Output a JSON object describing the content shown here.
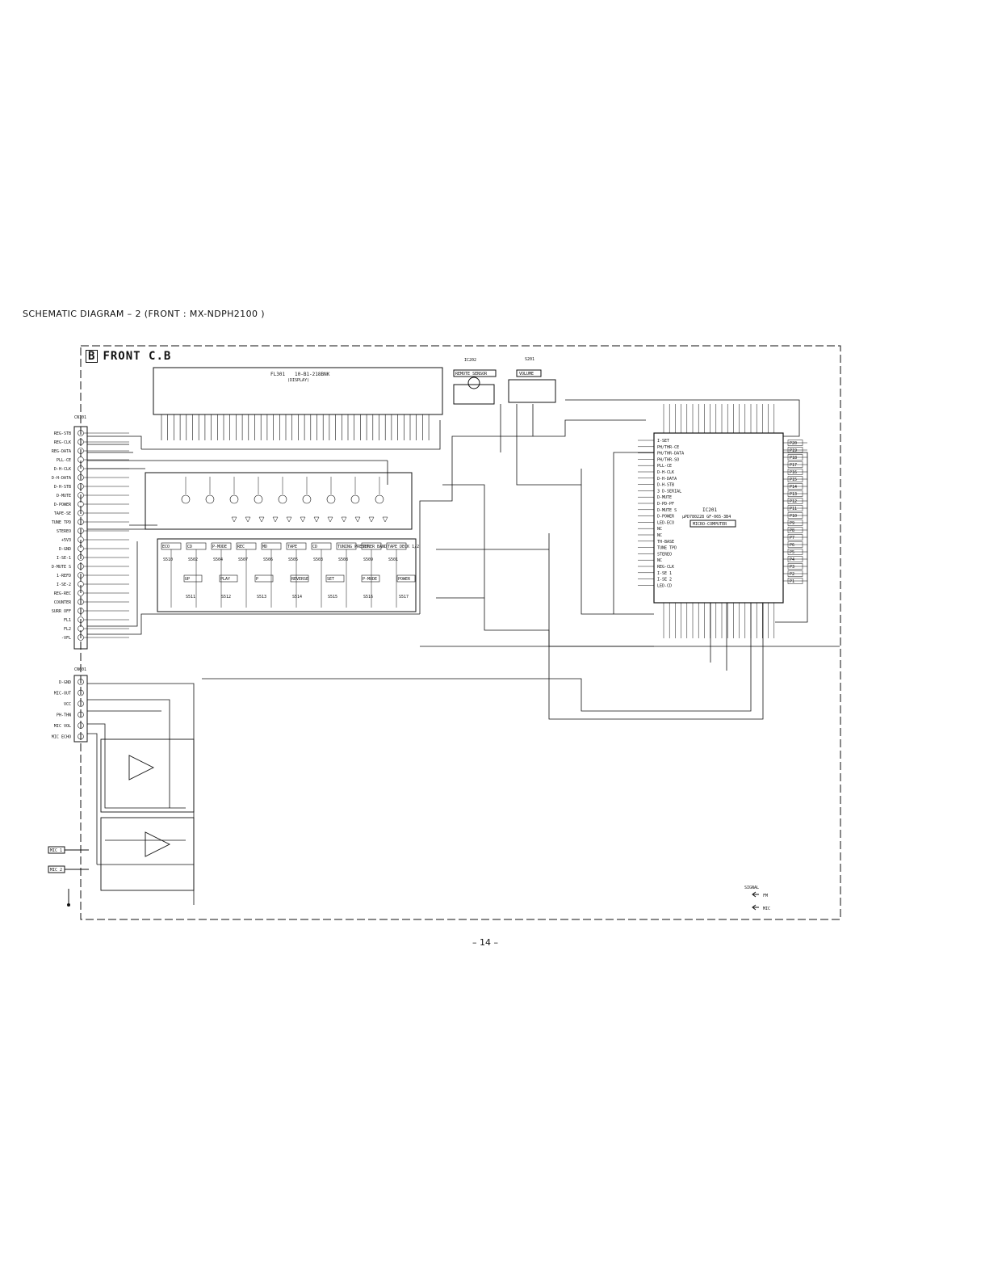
{
  "document": {
    "title": "SCHEMATIC DIAGRAM – 2 (FRONT : MX-NDPH2100 )",
    "page_number": "– 14 –"
  },
  "board": {
    "letter": "B",
    "name": "FRONT C.B"
  },
  "components": {
    "display": {
      "ref": "FL301",
      "part": "10-B1-218BNK",
      "role": "(DISPLAY)"
    },
    "remote_sensor": {
      "ref": "IC202",
      "role": "REMOTE SENSOR"
    },
    "volume": {
      "ref": "S201",
      "role": "VOLUME"
    },
    "micro_computer": {
      "ref": "IC201",
      "part": "μPD780228 GF-065-3B4",
      "role": "MICRO-COMPUTER"
    },
    "connectors": [
      "CN101",
      "CN601"
    ],
    "mic_jacks": [
      "MIC 1",
      "MIC 2"
    ]
  },
  "cn101_pins": [
    "REG-STB",
    "REG-CLK",
    "REG-DATA",
    "PLL-CE",
    "D-H-CLK",
    "D-H-DATA",
    "D-H-STB",
    "D-MUTE",
    "D-POWER",
    "TAPE-SE",
    "TUNE TPD",
    "STEREO",
    "+5V3",
    "D-GND",
    "I-SE-1",
    "D-MUTE S",
    "1-REFD",
    "I-SE-2",
    "REG-REC",
    "COUNTER",
    "SURR OFF",
    "FL1",
    "FL2",
    "-VFL"
  ],
  "cn601_pins": [
    "D-GND",
    "MIC-OUT",
    "VCC",
    "PH-THN",
    "MIC VOL",
    "MIC ECHO"
  ],
  "ic201_pins_left": [
    "I-SET",
    "PH/THR-CE",
    "PH/THR-DATA",
    "PH/THR-SO",
    "PLL-CE",
    "D-H-CLK",
    "D-H-DATA",
    "D-H-STB",
    "3 D-SERIAL",
    "D-MUTE",
    "D-PD-PF",
    "D-MUTE S",
    "D-POWER",
    "LED-ECO",
    "NC",
    "NC",
    "TH-BASE",
    "TUNE TPD",
    "STEREO",
    "NC",
    "REG-CLK",
    "I-SE 1",
    "I-SE 2",
    "LED-CD"
  ],
  "ic201_pins_right": [
    "P20",
    "P19",
    "P18",
    "P17",
    "P16",
    "P15",
    "P14",
    "P13",
    "P12",
    "P11",
    "P10",
    "P9",
    "P8",
    "P7",
    "P6",
    "P5",
    "P4",
    "P3",
    "P2",
    "P1"
  ],
  "key_buttons": [
    {
      "sw": "S510",
      "label": "ECO"
    },
    {
      "sw": "S502",
      "label": "CD"
    },
    {
      "sw": "S504",
      "label": "P-MODE"
    },
    {
      "sw": "S507",
      "label": "REC"
    },
    {
      "sw": "S506",
      "label": "MD"
    },
    {
      "sw": "S505",
      "label": "TAPE"
    },
    {
      "sw": "S503",
      "label": "CD"
    },
    {
      "sw": "S508",
      "label": "TUNING PRESET"
    },
    {
      "sw": "S509",
      "label": "TUNER BAND"
    },
    {
      "sw": "S501",
      "label": "TAPE DECK 1/2"
    }
  ],
  "lower_keys": [
    {
      "sw": "S511",
      "label": "UP"
    },
    {
      "sw": "S512",
      "label": "PLAY"
    },
    {
      "sw": "S513",
      "label": "P"
    },
    {
      "sw": "S514",
      "label": "REVERSE"
    },
    {
      "sw": "S515",
      "label": "SET"
    },
    {
      "sw": "S516",
      "label": "P-MODE"
    },
    {
      "sw": "S517",
      "label": "POWER"
    }
  ],
  "signal_legend": {
    "title": "SIGNAL",
    "items": [
      "FM",
      "MIC"
    ]
  },
  "colors": {
    "line": "#111111",
    "background": "#ffffff"
  }
}
